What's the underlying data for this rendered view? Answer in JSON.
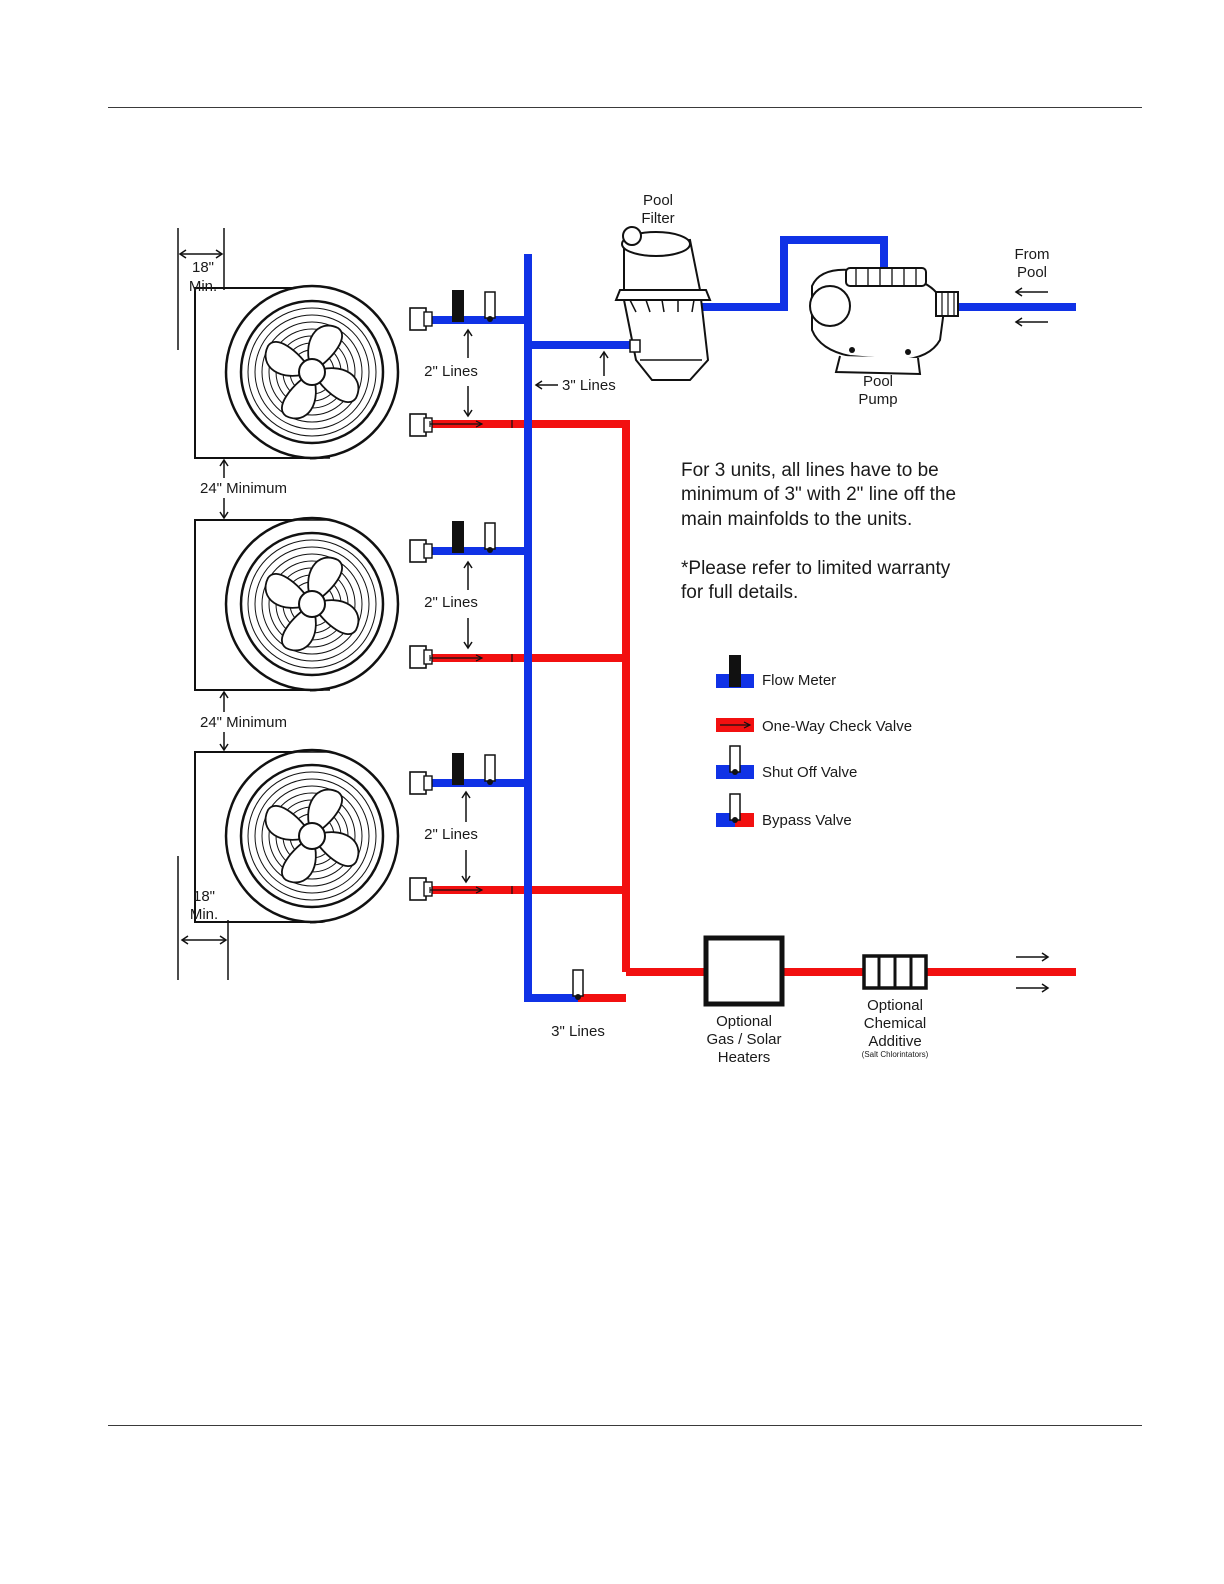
{
  "colors": {
    "cold_line": "#1032e6",
    "hot_line": "#f21010",
    "outline": "#111111"
  },
  "labels": {
    "pool_filter": [
      "Pool",
      "Filter"
    ],
    "pool_pump": [
      "Pool",
      "Pump"
    ],
    "from_pool": [
      "From",
      "Pool"
    ],
    "lines_2in": "2\" Lines",
    "lines_3in_upper": "3\" Lines",
    "lines_3in_lower": "3\" Lines",
    "spacing_18_top": [
      "18\"",
      "Min."
    ],
    "spacing_18_bottom": [
      "18\"",
      "Min."
    ],
    "minimum_24": "24\" Minimum",
    "heaters": [
      "Optional",
      "Gas / Solar",
      "Heaters"
    ],
    "chemical": [
      "Optional",
      "Chemical",
      "Additive"
    ],
    "chemical_note": "(Salt Chlorintators)"
  },
  "note": {
    "lines": [
      "For 3 units, all lines have to be",
      "minimum of 3\" with 2\" line off the",
      "main mainfolds to the units."
    ],
    "warranty_lines": [
      "*Please refer to limited warranty",
      "for full details."
    ]
  },
  "legend": [
    {
      "icon": "flow-meter-icon",
      "label": "Flow Meter"
    },
    {
      "icon": "check-valve-icon",
      "label": "One-Way Check Valve"
    },
    {
      "icon": "shut-off-valve-icon",
      "label": "Shut Off Valve"
    },
    {
      "icon": "bypass-valve-icon",
      "label": "Bypass Valve"
    }
  ]
}
